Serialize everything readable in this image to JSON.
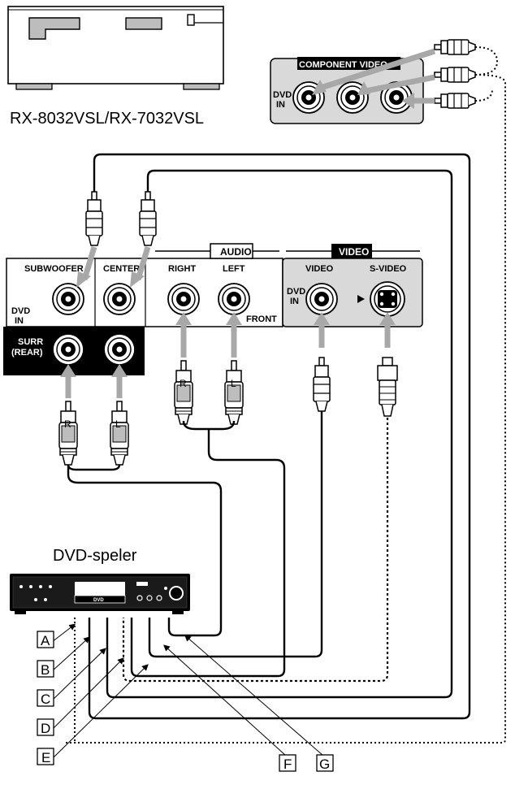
{
  "receiver": {
    "model": "RX-8032VSL/RX-7032VSL"
  },
  "component_video": {
    "title": "COMPONENT VIDEO",
    "dvd_in": [
      "DVD",
      "IN"
    ]
  },
  "audio_panel": {
    "title": "AUDIO",
    "subwoofer": "SUBWOOFER",
    "center": "CENTER",
    "right": "RIGHT",
    "left": "LEFT",
    "front": "FRONT",
    "dvd_in": [
      "DVD",
      "IN"
    ],
    "surr": [
      "SURR",
      "(REAR)"
    ]
  },
  "video_panel": {
    "title": "VIDEO",
    "video": "VIDEO",
    "s_video": "S-VIDEO",
    "dvd_in": [
      "DVD",
      "IN"
    ]
  },
  "plug_letters": {
    "r": "R",
    "l": "L"
  },
  "player": {
    "title": "DVD-speler",
    "badge": "DVD"
  },
  "callouts": [
    "A",
    "B",
    "C",
    "D",
    "E",
    "F",
    "G"
  ]
}
